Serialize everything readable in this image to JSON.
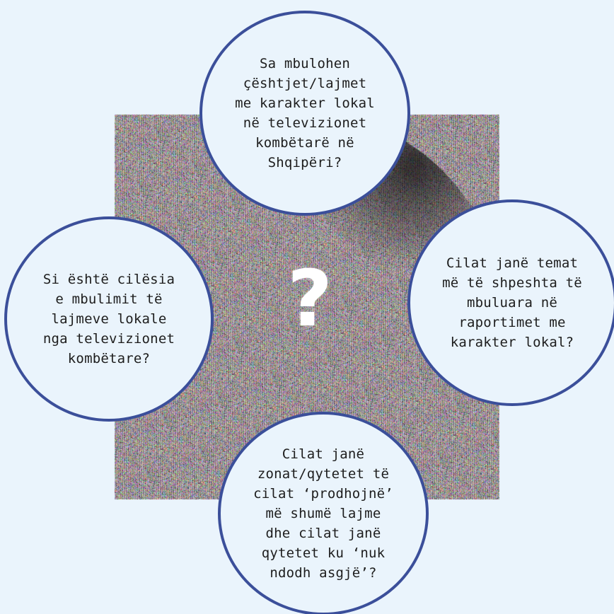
{
  "center": {
    "symbol": "?",
    "texture_icon": "static-noise-screen-icon"
  },
  "questions": {
    "top": "Sa mbulohen\nçështjet/lajmet\nme karakter lokal\nnë televizionet\nkombëtarë në\nShqipëri?",
    "left": "Si është cilësia\ne mbulimit të\nlajmeve lokale\nnga televizionet\nkombëtare?",
    "right": "Cilat janë temat\nmë të shpeshta të\nmbuluara në\nraportimet me\nkarakter lokal?",
    "bottom": "Cilat janë\nzonat/qytetet të\ncilat ‘prodhojnë’\nmë shumë lajme\ndhe cilat janë\nqytetet ku ‘nuk\nndodh asgjë’?"
  },
  "colors": {
    "background": "#eaf4fc",
    "bubble_border": "#3b4f9a",
    "bubble_fill": "#eaf4fc",
    "text": "#1d1d1d",
    "noise_base": "#7a6a60"
  }
}
